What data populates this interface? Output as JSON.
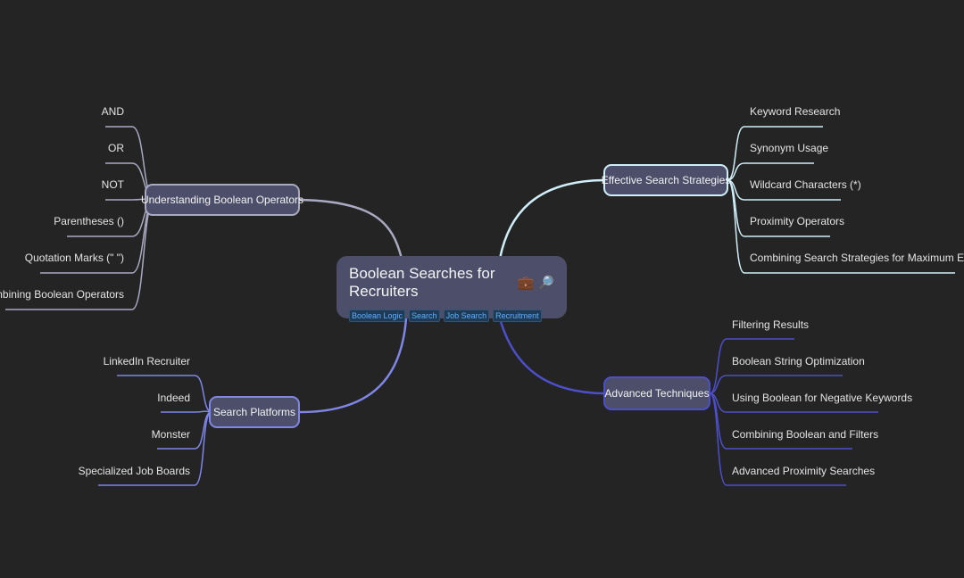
{
  "root": {
    "title": "Boolean Searches for Recruiters",
    "emoji_1": "💼",
    "emoji_2": "🔎",
    "tags": [
      "Boolean Logic",
      "Search",
      "Job Search",
      "Recruitment"
    ]
  },
  "branches": {
    "operators": {
      "label": "Understanding Boolean Operators",
      "color": "#a9a9c2",
      "items": [
        "AND",
        "OR",
        "NOT",
        "Parentheses ()",
        "Quotation Marks (\" \")",
        "Combining Boolean Operators"
      ]
    },
    "platforms": {
      "label": "Search Platforms",
      "color": "#7f86e6",
      "items": [
        "LinkedIn Recruiter",
        "Indeed",
        "Monster",
        "Specialized Job Boards"
      ]
    },
    "strategies": {
      "label": "Effective Search Strategies",
      "color": "#cfeef8",
      "items": [
        "Keyword Research",
        "Synonym Usage",
        "Wildcard Characters (*)",
        "Proximity Operators",
        "Combining Search Strategies for Maximum Efficiency"
      ]
    },
    "advanced": {
      "label": "Advanced Techniques",
      "color": "#4c4fc9",
      "items": [
        "Filtering Results",
        "Boolean String Optimization",
        "Using Boolean for Negative Keywords",
        "Combining Boolean and Filters",
        "Advanced Proximity Searches"
      ]
    }
  }
}
